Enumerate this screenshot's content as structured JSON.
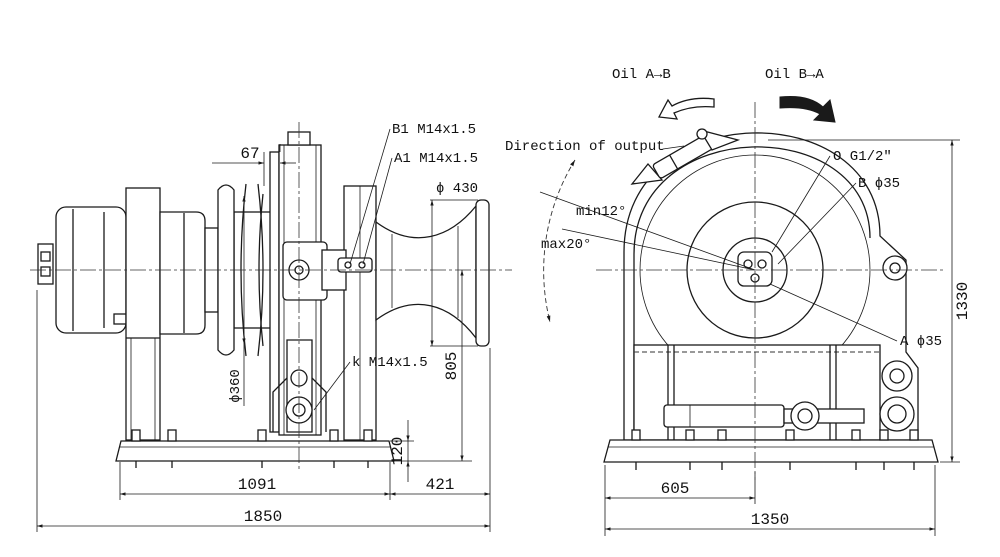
{
  "colors": {
    "line": "#1a1a1a",
    "background": "#ffffff"
  },
  "left_view": {
    "callouts": {
      "port_b1": "B1 M14x1.5",
      "port_a1": "A1 M14x1.5",
      "port_k": "k M14x1.5"
    },
    "dimensions": {
      "flange_gap": "67",
      "head_diameter": "ϕ 430",
      "drum_diameter": "ϕ360",
      "center_height": "805",
      "base_height": "120",
      "frame_length": "1091",
      "head_length": "421",
      "overall_length": "1850"
    }
  },
  "right_view": {
    "oil_labels": {
      "a_to_b": "Oil A→B",
      "b_to_a": "Oil B→A"
    },
    "direction_label": "Direction of output",
    "callouts": {
      "oil_port": "O G1/2\"",
      "pin_b": "B ϕ35",
      "pin_a": "A ϕ35"
    },
    "angles": {
      "min": "min12°",
      "max": "max20°"
    },
    "dimensions": {
      "overall_height": "1330",
      "center_offset": "605",
      "overall_width": "1350"
    }
  }
}
